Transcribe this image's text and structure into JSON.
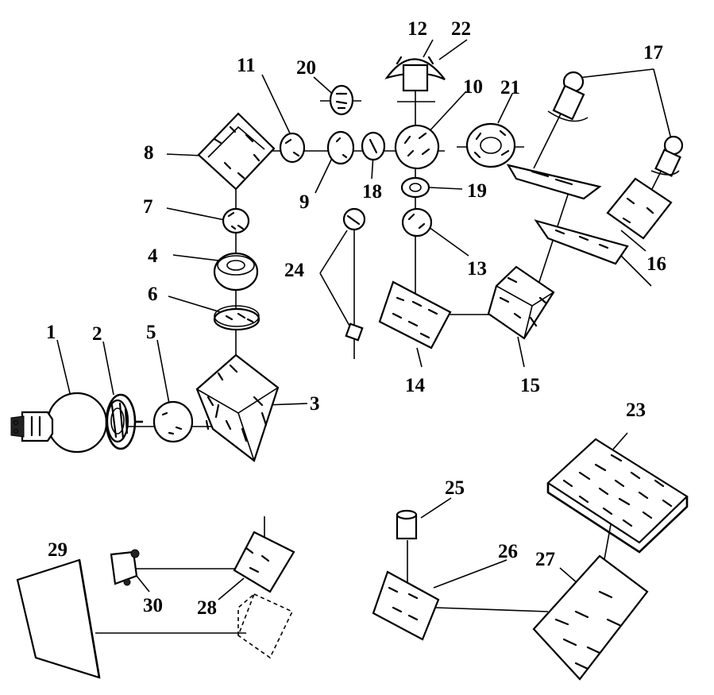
{
  "labels": {
    "n1": "1",
    "n2": "2",
    "n3": "3",
    "n4": "4",
    "n5": "5",
    "n6": "6",
    "n7": "7",
    "n8": "8",
    "n9": "9",
    "n10": "10",
    "n11": "11",
    "n12": "12",
    "n13": "13",
    "n14": "14",
    "n15": "15",
    "n16": "16",
    "n17": "17",
    "n18": "18",
    "n19": "19",
    "n20": "20",
    "n21": "21",
    "n22": "22",
    "n23": "23",
    "n24": "24",
    "n25": "25",
    "n26": "26",
    "n27": "27",
    "n28": "28",
    "n29": "29",
    "n30": "30"
  }
}
